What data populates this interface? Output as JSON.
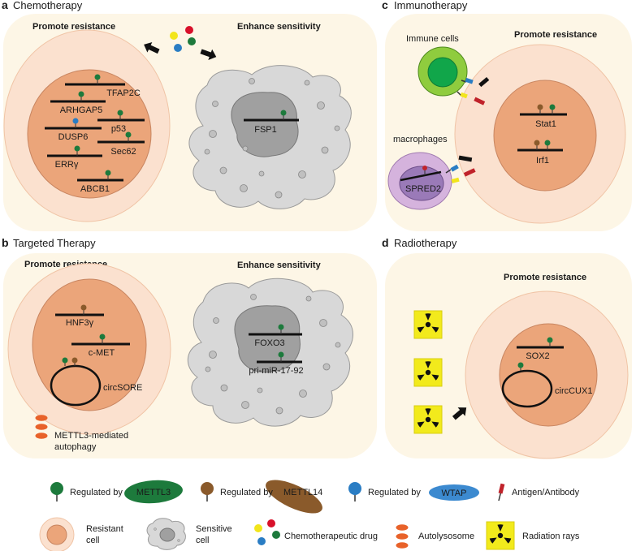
{
  "panels": {
    "a": {
      "letter": "a",
      "title": "Chemotherapy",
      "left_heading": "Promote resistance",
      "right_heading": "Enhance sensitivity",
      "genes": [
        "TFAP2C",
        "ARHGAP5",
        "p53",
        "DUSP6",
        "Sec62",
        "ERRγ",
        "ABCB1"
      ],
      "sensitive_gene": "FSP1"
    },
    "b": {
      "letter": "b",
      "title": "Targeted Therapy",
      "left_heading": "Promote resistance",
      "right_heading": "Enhance sensitivity",
      "genes": [
        "HNF3γ",
        "c-MET",
        "circSORE"
      ],
      "autophagy": "METTL3-mediated autophagy",
      "sensitive_genes": [
        "FOXO3",
        "pri-miR-17-92"
      ]
    },
    "c": {
      "letter": "c",
      "title": "Immunotherapy",
      "immune_cells": "Immune cells",
      "macrophages": "macrophages",
      "heading": "Promote resistance",
      "genes": [
        "Stat1",
        "Irf1"
      ],
      "macrophage_gene": "SPRED2"
    },
    "d": {
      "letter": "d",
      "title": "Radiotherapy",
      "heading": "Promote resistance",
      "genes": [
        "SOX2",
        "circCUX1"
      ]
    }
  },
  "legend": {
    "regulated_by": "Regulated by",
    "mettl3": "METTL3",
    "mettl14": "METTL14",
    "wtap": "WTAP",
    "antigen": "Antigen/Antibody",
    "resistant_cell": "Resistant cell",
    "sensitive_cell": "Sensitive cell",
    "chemo_drug": "Chemotherapeutic drug",
    "autolysosome": "Autolysosome",
    "radiation": "Radiation rays"
  },
  "colors": {
    "panel_bg": "#fdf6e6",
    "cell_outer": "#fbe1cf",
    "nucleus": "#eba57a",
    "mettl3": "#1d7a3c",
    "mettl14": "#8a5a2b",
    "wtap": "#2a7dc4",
    "antigen": "#c0222a",
    "sensitive_body": "#d8d8d8",
    "sensitive_nucleus": "#a0a0a0",
    "radiation": "#f2ea1c"
  }
}
